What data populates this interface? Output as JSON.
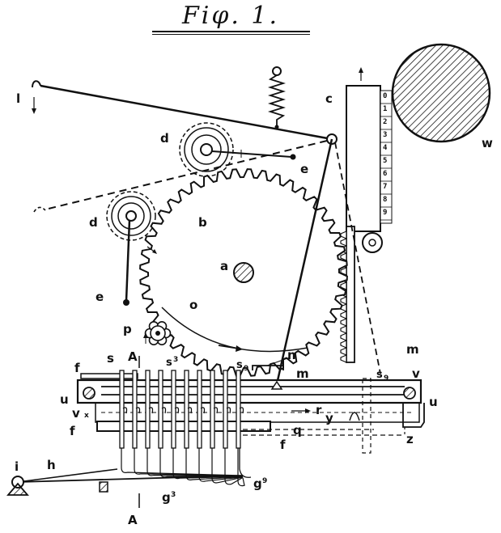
{
  "figure": {
    "title": "Fiφ. 1."
  },
  "labels": {
    "l": "l",
    "c": "c",
    "w": "w",
    "d_upper": "d",
    "e_upper": "e",
    "d_lower": "d",
    "b": "b",
    "a": "a",
    "e_lower": "e",
    "o": "o",
    "p": "p",
    "A_top": "A",
    "s": "s",
    "s3": "s",
    "s3_sub": "3",
    "s9_mid": "s",
    "s9_mid_sub": "9",
    "n": "n",
    "m_mid": "m",
    "m_right": "m",
    "s9_right": "s",
    "s9_right_sub": "9",
    "v_right": "v",
    "u_right": "u",
    "f_top": "f",
    "u_left": "u",
    "v_left": "v",
    "x": "x",
    "r": "r",
    "y": "y",
    "q": "q",
    "f_mid": "f",
    "f_right": "f",
    "z": "z",
    "i": "i",
    "h": "h",
    "g3": "g",
    "g3_sub": "3",
    "g9": "g",
    "g9_sub": "9",
    "A_bottom": "A"
  },
  "scale_digits": [
    "0",
    "1",
    "2",
    "3",
    "4",
    "5",
    "6",
    "7",
    "8",
    "9"
  ]
}
